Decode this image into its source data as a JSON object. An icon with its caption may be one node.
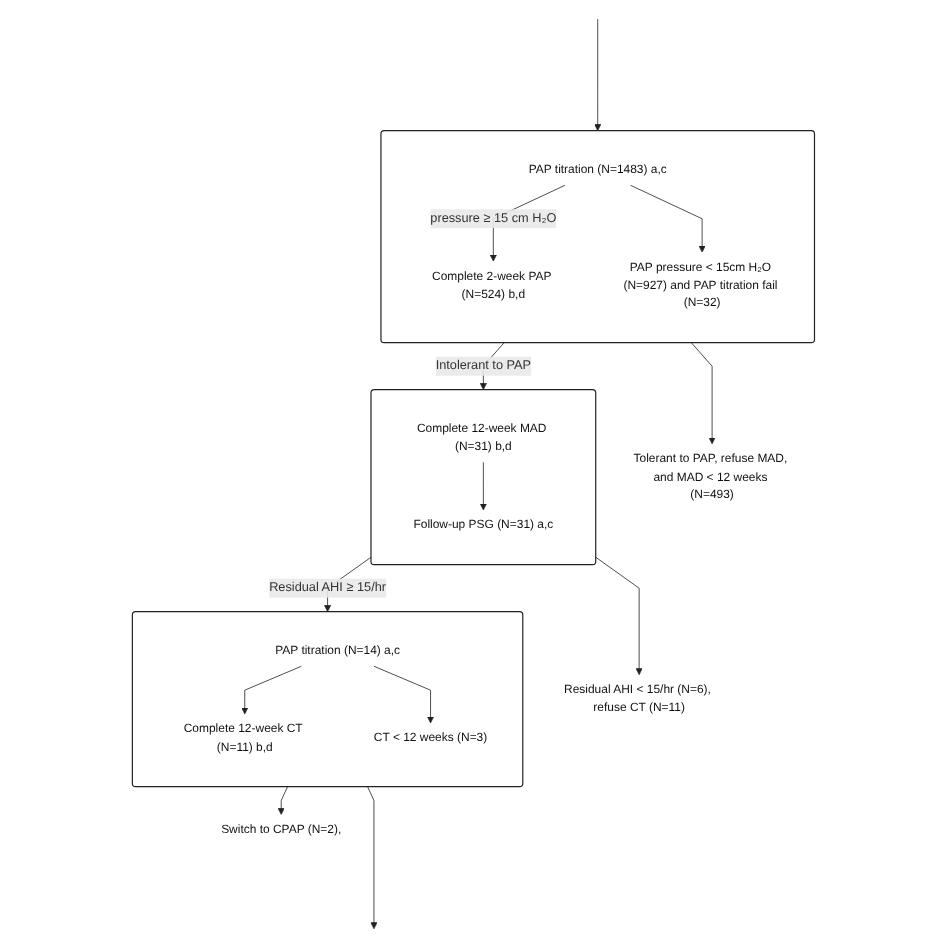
{
  "diagram": {
    "nodes": [
      {
        "text": [],
        "shape": "box"
      },
      {
        "text": [
          "PAP titration (N=1483) a,c"
        ],
        "in": 0
      },
      {
        "text": [
          "Complete 2-week PAP (N=524) b,d"
        ],
        "in": 0
      },
      {
        "text": [
          "PAP pressure < 15cm H₂O (N=927) and PAP titration fail (N=32)"
        ],
        "in": 0
      },
      {
        "text": [],
        "shape": "box"
      },
      {
        "text": [
          "Complete 12-week MAD (N=31) b,d"
        ],
        "in": 4
      },
      {
        "text": [
          "Follow-up PSG (N=31) a,c"
        ],
        "in": 4
      },
      {
        "text": [
          "Tolerant to PAP, refuse MAD, and MAD < 12 weeks (N=493)"
        ]
      },
      {
        "text": [],
        "shape": "box"
      },
      {
        "text": [
          "PAP titration (N=14) a,c"
        ],
        "in": 8
      },
      {
        "text": [
          "Complete 12-week CT (N=11) b,d"
        ],
        "in": 8
      },
      {
        "text": [
          "CT < 12 weeks (N=3)"
        ],
        "in": 8
      },
      {
        "text": [
          "Residual AHI < 15/hr (N=6), refuse CT (N=11)"
        ]
      },
      {
        "text": [
          "Switch to CPAP (N=2),"
        ]
      }
    ],
    "edges": [
      {
        "from": null,
        "to": 0,
        "arrow": "to"
      },
      {
        "from": 1,
        "to": 2,
        "arrow": "to",
        "label": "pressure ≥ 15 cm H₂O"
      },
      {
        "from": 1,
        "to": 3,
        "arrow": "to"
      },
      {
        "from": 0,
        "to": 4,
        "arrow": "to",
        "label": "Intolerant to PAP"
      },
      {
        "from": 0,
        "to": 7,
        "arrow": "to"
      },
      {
        "from": 5,
        "to": 6,
        "arrow": "to"
      },
      {
        "from": 4,
        "to": 8,
        "arrow": "to",
        "label": "Residual AHI ≥ 15/hr"
      },
      {
        "from": 4,
        "to": 12,
        "arrow": "to"
      },
      {
        "from": 9,
        "to": 10,
        "arrow": "to"
      },
      {
        "from": 9,
        "to": 11,
        "arrow": "to"
      },
      {
        "from": 8,
        "to": 13,
        "arrow": "to"
      },
      {
        "from": 8,
        "to": null,
        "arrow": "to"
      }
    ]
  }
}
